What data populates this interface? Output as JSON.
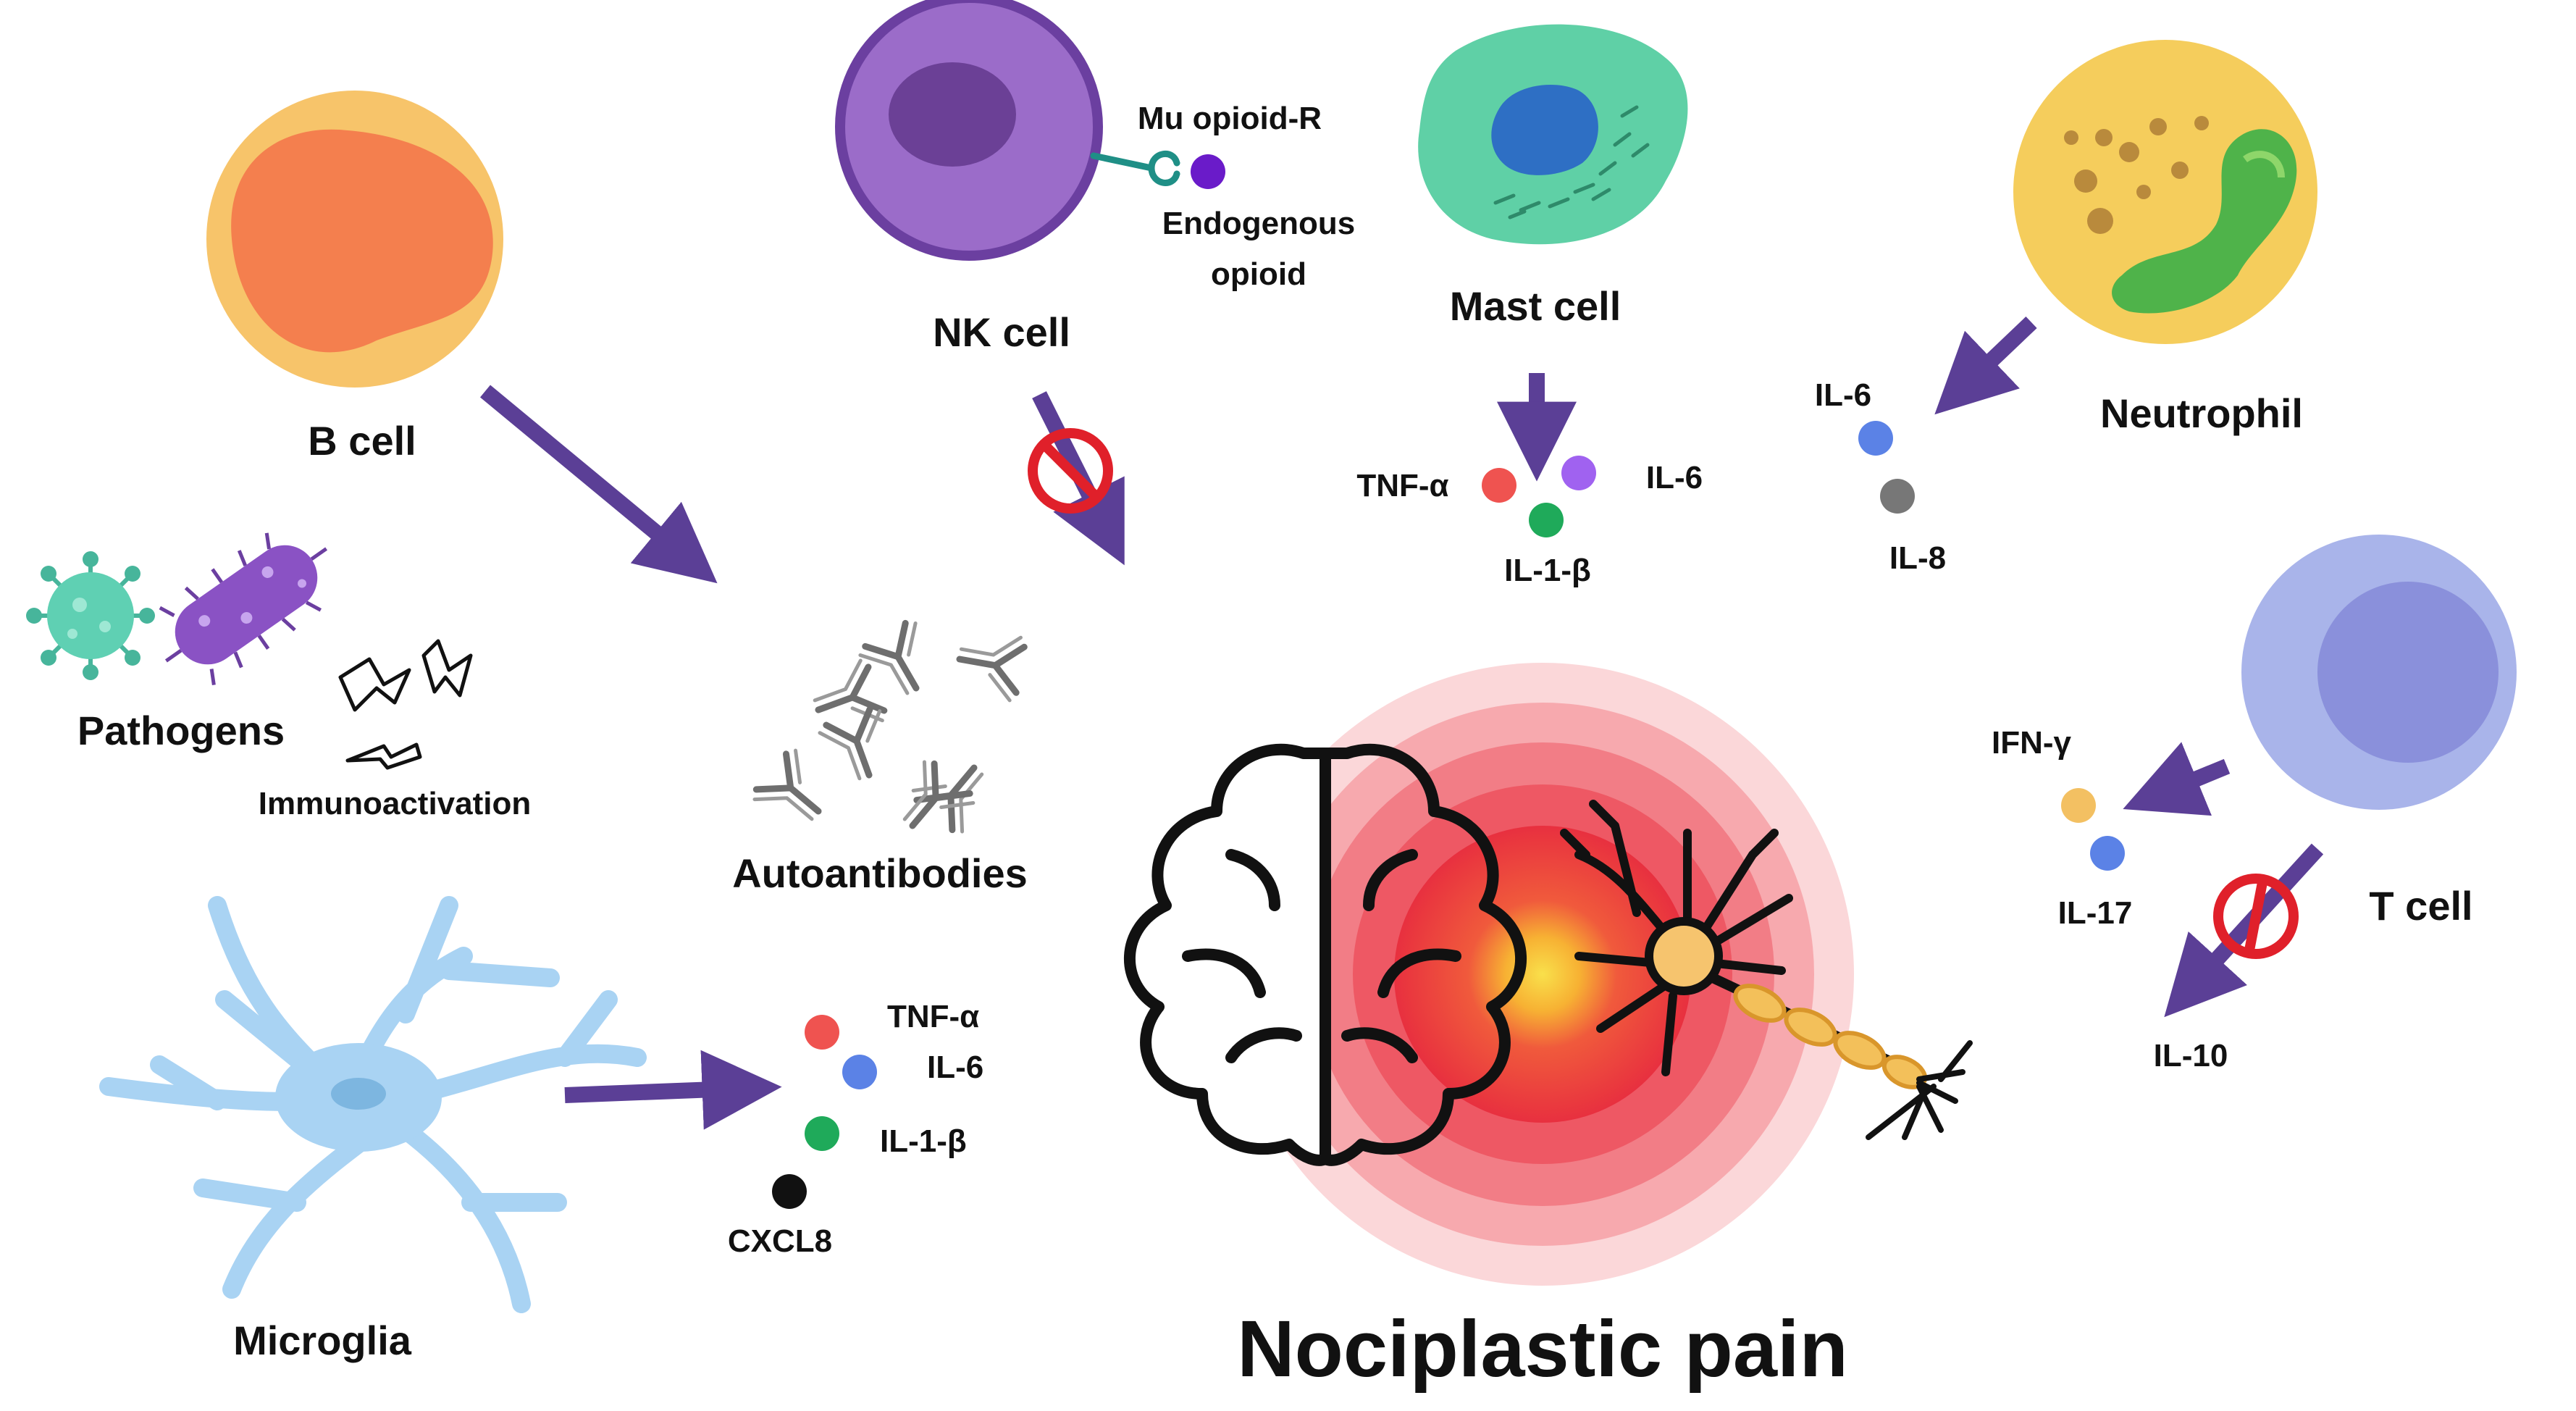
{
  "title": "Nociplastic pain",
  "cells": {
    "b_cell": "B cell",
    "nk_cell": "NK cell",
    "mast_cell": "Mast cell",
    "neutrophil": "Neutrophil",
    "t_cell": "T cell",
    "microglia": "Microglia"
  },
  "pathogens": {
    "label": "Pathogens",
    "immunoactivation": "Immunoactivation"
  },
  "autoantibodies": "Autoantibodies",
  "nk_receptor": {
    "receptor": "Mu opioid-R",
    "ligand_line1": "Endogenous",
    "ligand_line2": "opioid"
  },
  "mast_mediators": {
    "a": "TNF-α",
    "b": "IL-6",
    "c": "IL-1-β"
  },
  "neutrophil_mediators": {
    "a": "IL-6",
    "b": "IL-8"
  },
  "t_cell_mediators": {
    "a": "IFN-γ",
    "b": "IL-17",
    "c": "IL-10"
  },
  "microglia_mediators": {
    "a": "TNF-α",
    "b": "IL-6",
    "c": "IL-1-β",
    "d": "CXCL8"
  },
  "colors": {
    "arrow": "#5b3f96",
    "inhibit": "#e0202a",
    "tnf": "#ef5350",
    "il6_mast": "#a062f0",
    "il6_blue": "#5b82e6",
    "il1b": "#1faa5a",
    "il8": "#777777",
    "ifng": "#f3c062",
    "cxcl8": "#111111",
    "b_cell_outer": "#f7c46a",
    "b_cell_inner": "#f47f4e",
    "nk_cell": "#9b6cc9",
    "mast_cell": "#5fd0a6",
    "neutrophil": "#f5cd5c",
    "t_cell": "#a9b4ea",
    "microglia": "#a9d3f3",
    "pain_core": "#f7d14a",
    "pain_ring": "#ee4a55"
  }
}
